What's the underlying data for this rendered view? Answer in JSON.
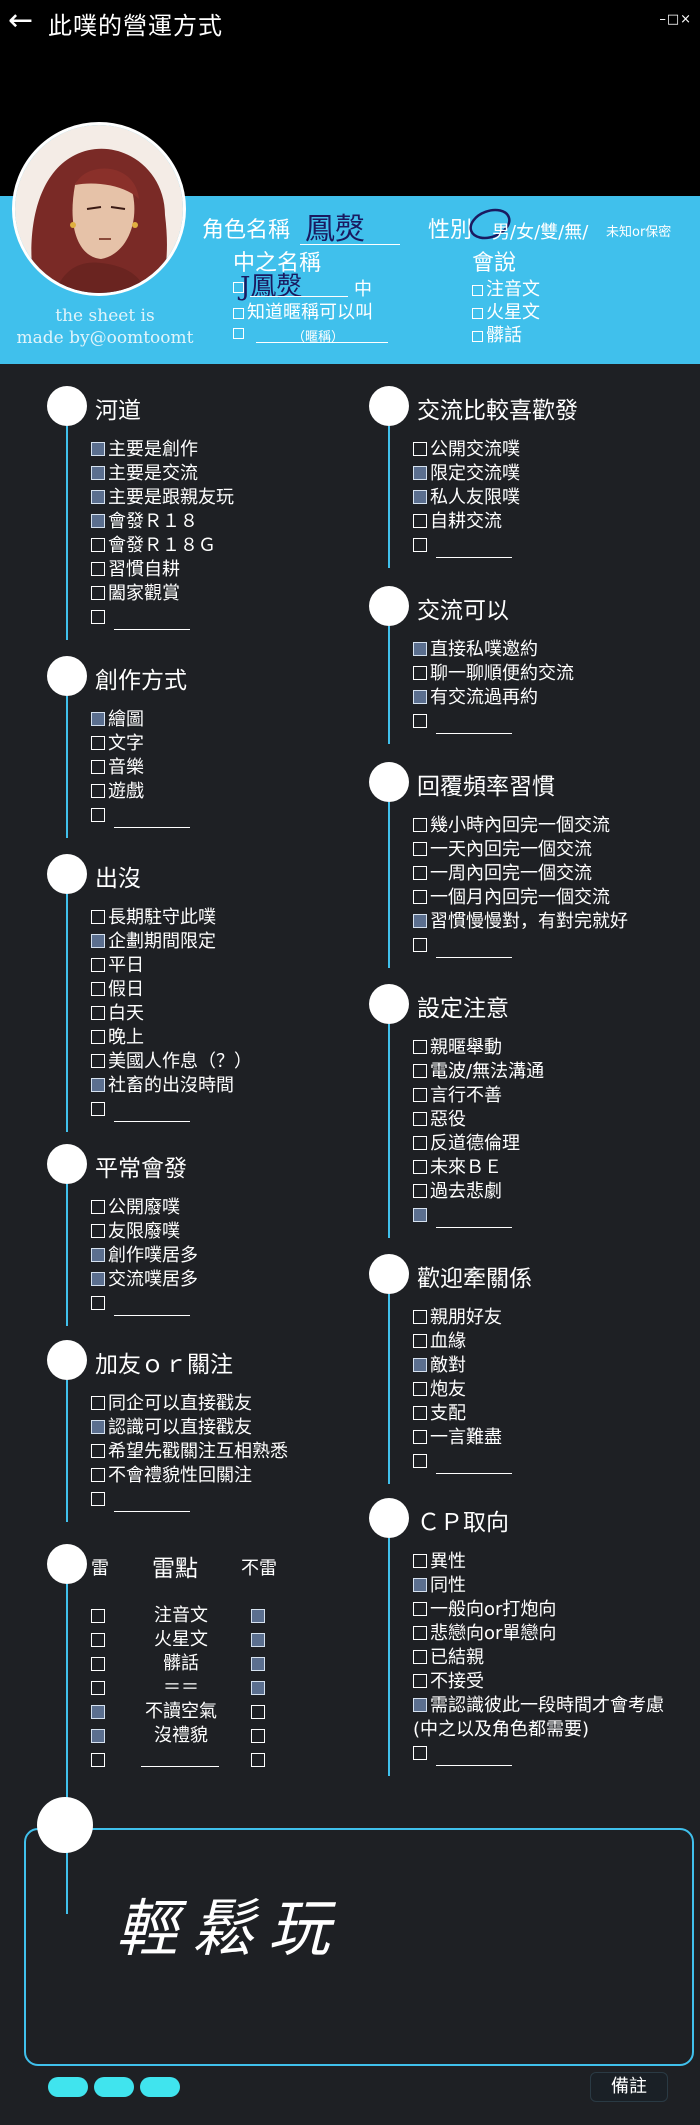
{
  "window": {
    "title": "此噗的營運方式",
    "controls": "–□×"
  },
  "header": {
    "credit_line1": "the sheet is",
    "credit_line2": "made by@oomtoomt",
    "char_name_label": "角色名稱",
    "char_name_value": "鳳㷫",
    "gender_label": "性別",
    "gender_options": "男/女/雙/無/",
    "gender_unknown": "未知or保密",
    "nick_label": "中之名稱",
    "nick_value": "J鳳㷫",
    "nick_suffix": "中",
    "nick_know": "知道暱稱可以叫",
    "nick_blank_hint": "（暱稱）",
    "talk_label": "會說",
    "talk_items": [
      "注音文",
      "火星文",
      "髒話"
    ]
  },
  "left": [
    {
      "title": "河道",
      "items": [
        {
          "text": "主要是創作",
          "checked": true
        },
        {
          "text": "主要是交流",
          "checked": true
        },
        {
          "text": "主要是跟親友玩",
          "checked": true
        },
        {
          "text": "會發Ｒ１８",
          "checked": true
        },
        {
          "text": "會發Ｒ１８Ｇ",
          "checked": false
        },
        {
          "text": "習慣自耕",
          "checked": false
        },
        {
          "text": "闔家觀賞",
          "checked": false
        },
        {
          "text": "",
          "checked": false,
          "blank": true
        }
      ]
    },
    {
      "title": "創作方式",
      "items": [
        {
          "text": "繪圖",
          "checked": true
        },
        {
          "text": "文字",
          "checked": false
        },
        {
          "text": "音樂",
          "checked": false
        },
        {
          "text": "遊戲",
          "checked": false
        },
        {
          "text": "",
          "checked": false,
          "blank": true
        }
      ]
    },
    {
      "title": "出沒",
      "items": [
        {
          "text": "長期駐守此噗",
          "checked": false
        },
        {
          "text": "企劃期間限定",
          "checked": true
        },
        {
          "text": "平日",
          "checked": false
        },
        {
          "text": "假日",
          "checked": false
        },
        {
          "text": "白天",
          "checked": false
        },
        {
          "text": "晚上",
          "checked": false
        },
        {
          "text": "美國人作息（？）",
          "checked": false
        },
        {
          "text": "社畜的出沒時間",
          "checked": true
        },
        {
          "text": "",
          "checked": false,
          "blank": true
        }
      ]
    },
    {
      "title": "平常會發",
      "items": [
        {
          "text": "公開廢噗",
          "checked": false
        },
        {
          "text": "友限廢噗",
          "checked": false
        },
        {
          "text": "創作噗居多",
          "checked": true
        },
        {
          "text": "交流噗居多",
          "checked": true
        },
        {
          "text": "",
          "checked": false,
          "blank": true
        }
      ]
    },
    {
      "title": "加友ｏｒ關注",
      "items": [
        {
          "text": "同企可以直接戳友",
          "checked": false
        },
        {
          "text": "認識可以直接戳友",
          "checked": true
        },
        {
          "text": "希望先戳關注互相熟悉",
          "checked": false
        },
        {
          "text": "不會禮貌性回關注",
          "checked": false
        },
        {
          "text": "",
          "checked": false,
          "blank": true
        }
      ]
    }
  ],
  "thunder": {
    "left_label": "雷",
    "title": "雷點",
    "right_label": "不雷",
    "rows": [
      {
        "text": "注音文",
        "left": false,
        "right": true
      },
      {
        "text": "火星文",
        "left": false,
        "right": true
      },
      {
        "text": "髒話",
        "left": false,
        "right": true
      },
      {
        "text": "＝＝",
        "left": false,
        "right": true
      },
      {
        "text": "不讀空氣",
        "left": true,
        "right": false
      },
      {
        "text": "沒禮貌",
        "left": true,
        "right": false
      },
      {
        "text": "",
        "left": false,
        "right": false,
        "blank": true
      }
    ]
  },
  "right": [
    {
      "title": "交流比較喜歡發",
      "items": [
        {
          "text": "公開交流噗",
          "checked": false
        },
        {
          "text": "限定交流噗",
          "checked": true
        },
        {
          "text": "私人友限噗",
          "checked": true
        },
        {
          "text": "自耕交流",
          "checked": false
        },
        {
          "text": "",
          "checked": false,
          "blank": true
        }
      ]
    },
    {
      "title": "交流可以",
      "items": [
        {
          "text": "直接私噗邀約",
          "checked": true
        },
        {
          "text": "聊一聊順便約交流",
          "checked": false
        },
        {
          "text": "有交流過再約",
          "checked": true
        },
        {
          "text": "",
          "checked": false,
          "blank": true
        }
      ]
    },
    {
      "title": "回覆頻率習慣",
      "items": [
        {
          "text": "幾小時內回完一個交流",
          "checked": false
        },
        {
          "text": "一天內回完一個交流",
          "checked": false
        },
        {
          "text": "一周內回完一個交流",
          "checked": false
        },
        {
          "text": "一個月內回完一個交流",
          "checked": false
        },
        {
          "text": "習慣慢慢對，有對完就好",
          "checked": true
        },
        {
          "text": "",
          "checked": false,
          "blank": true
        }
      ]
    },
    {
      "title": "設定注意",
      "items": [
        {
          "text": "親暱舉動",
          "checked": false
        },
        {
          "text": "電波/無法溝通",
          "checked": false
        },
        {
          "text": "言行不善",
          "checked": false
        },
        {
          "text": "惡役",
          "checked": false
        },
        {
          "text": "反道德倫理",
          "checked": false
        },
        {
          "text": "未來ＢＥ",
          "checked": false
        },
        {
          "text": "過去悲劇",
          "checked": false
        },
        {
          "text": "",
          "checked": true,
          "blank": true
        }
      ]
    },
    {
      "title": "歡迎牽關係",
      "items": [
        {
          "text": "親朋好友",
          "checked": false
        },
        {
          "text": "血緣",
          "checked": false
        },
        {
          "text": "敵對",
          "checked": true
        },
        {
          "text": "炮友",
          "checked": false
        },
        {
          "text": "支配",
          "checked": false
        },
        {
          "text": "一言難盡",
          "checked": false
        },
        {
          "text": "",
          "checked": false,
          "blank": true
        }
      ]
    },
    {
      "title": "ＣＰ取向",
      "items": [
        {
          "text": "異性",
          "checked": false
        },
        {
          "text": "同性",
          "checked": true
        },
        {
          "text": "一般向or打炮向",
          "checked": false
        },
        {
          "text": "悲戀向or單戀向",
          "checked": false
        },
        {
          "text": "已結親",
          "checked": false
        },
        {
          "text": "不接受",
          "checked": false
        },
        {
          "text": "需認識彼此一段時間才會考慮",
          "checked": true
        },
        {
          "text": "(中之以及角色都需要)",
          "checked": false,
          "note": true
        },
        {
          "text": "",
          "checked": false,
          "blank": true
        }
      ]
    }
  ],
  "notes": {
    "handwriting": "輕鬆玩"
  },
  "footer": {
    "remark_button": "備註"
  },
  "colors": {
    "accent": "#40c0ec",
    "panel": "#1e2024",
    "checked_box": "#5b6f8f"
  }
}
